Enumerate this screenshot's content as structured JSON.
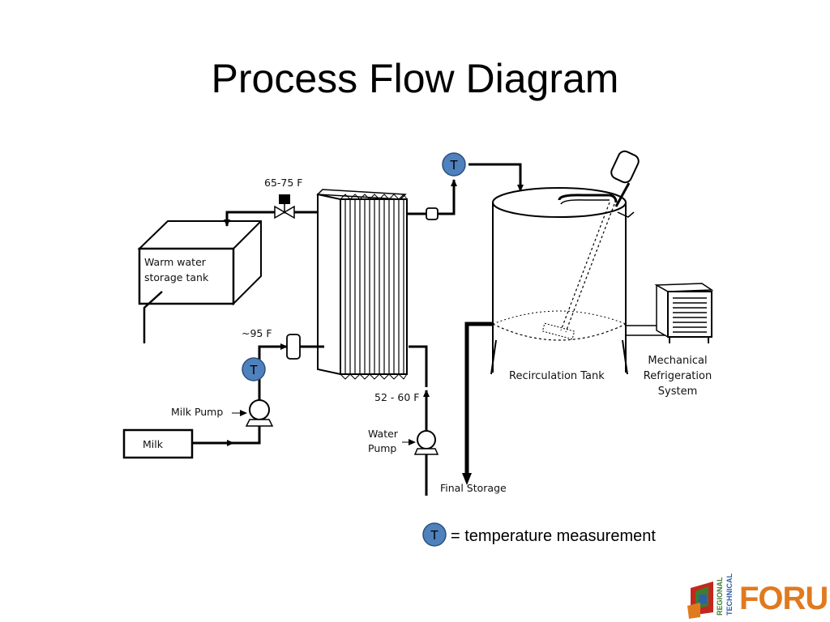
{
  "slide": {
    "title": "Process Flow Diagram"
  },
  "diagram": {
    "labels": {
      "hot_temp": "65-75 F",
      "warm_tank": [
        "Warm water",
        "storage tank"
      ],
      "milk_temp": "~95 F",
      "milk_pump": "Milk Pump",
      "milk": "Milk",
      "water_temp": "52 - 60 F",
      "water_pump": [
        "Water",
        "Pump"
      ],
      "recirc_tank": "Recirculation Tank",
      "refrigeration": [
        "Mechanical",
        "Refrigeration",
        "System"
      ],
      "final_storage": "Final Storage"
    },
    "sensor_symbol": "T"
  },
  "legend": {
    "symbol": "T",
    "text": "= temperature measurement"
  },
  "logo": {
    "word": "FORUM",
    "small_lines": [
      "REGIONAL",
      "TECHNICAL"
    ],
    "colors": {
      "orange": "#e07a1f",
      "green": "#3e7d2e",
      "blue": "#2f5fa8",
      "red": "#c2281d"
    }
  },
  "colors": {
    "sensor_fill": "#4f81bd",
    "sensor_stroke": "#2c4f7c"
  }
}
